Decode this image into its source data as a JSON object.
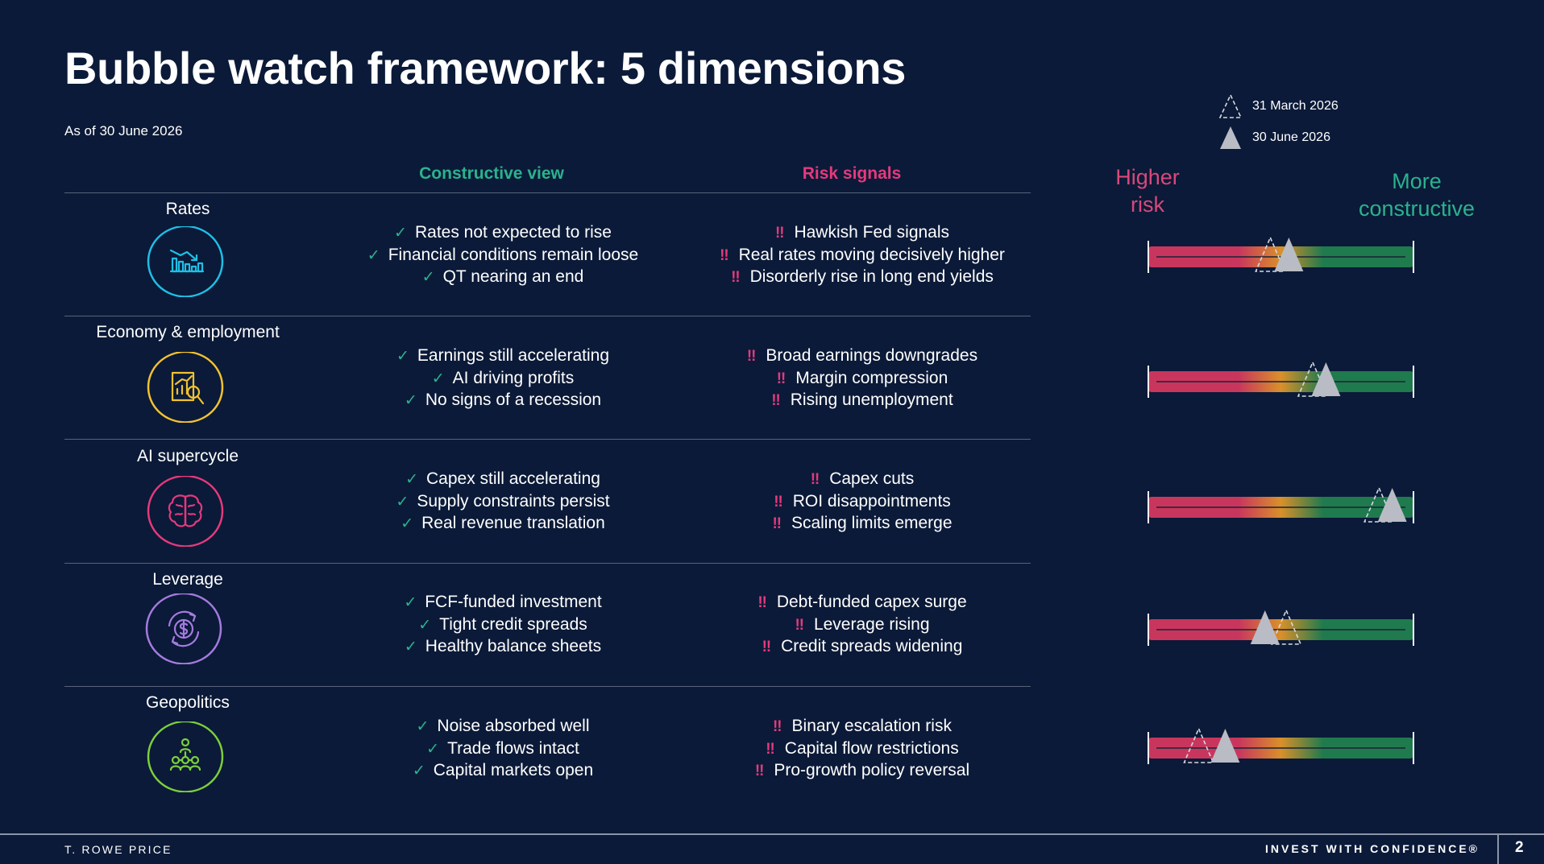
{
  "title": "Bubble watch framework: 5 dimensions",
  "as_of": "As of 30 June 2026",
  "legend": {
    "previous": "31 March 2026",
    "current": "30 June 2026"
  },
  "columns": {
    "constructive": "Constructive view",
    "risk": "Risk signals"
  },
  "scale": {
    "left_label": "Higher\nrisk",
    "right_label": "More\nconstructive",
    "colors": {
      "risk": "#c8365e",
      "mid": "#d9902a",
      "constructive": "#1f7a4e"
    }
  },
  "dimensions": [
    {
      "label": "Rates",
      "icon": "declining-bar-chart-icon",
      "icon_color": "#1fbfe6",
      "constructive": [
        "Rates not expected to rise",
        "Financial conditions remain loose",
        "QT nearing an end"
      ],
      "risk": [
        "Hawkish Fed signals",
        "Real rates moving decisively higher",
        "Disorderly rise in long end yields"
      ],
      "previous_position": 0.46,
      "current_position": 0.53
    },
    {
      "label": "Economy & employment",
      "icon": "growth-report-icon",
      "icon_color": "#f2c230",
      "constructive": [
        "Earnings still accelerating",
        "AI driving profits",
        "No signs of a recession"
      ],
      "risk": [
        "Broad earnings downgrades",
        "Margin compression",
        "Rising unemployment"
      ],
      "previous_position": 0.62,
      "current_position": 0.67
    },
    {
      "label": "AI supercycle",
      "icon": "brain-icon",
      "icon_color": "#e6397c",
      "constructive": [
        "Capex still accelerating",
        "Supply constraints persist",
        "Real revenue translation"
      ],
      "risk": [
        "Capex cuts",
        "ROI disappointments",
        "Scaling limits emerge"
      ],
      "previous_position": 0.87,
      "current_position": 0.92
    },
    {
      "label": "Leverage",
      "icon": "money-cycle-icon",
      "icon_color": "#a57be0",
      "constructive": [
        "FCF-funded investment",
        "Tight credit spreads",
        "Healthy balance sheets"
      ],
      "risk": [
        "Debt-funded capex surge",
        "Leverage rising",
        "Credit spreads widening"
      ],
      "previous_position": 0.52,
      "current_position": 0.44
    },
    {
      "label": "Geopolitics",
      "icon": "network-people-icon",
      "icon_color": "#7ccf3c",
      "constructive": [
        "Noise absorbed well",
        "Trade flows intact",
        "Capital markets open"
      ],
      "risk": [
        "Binary escalation risk",
        "Capital flow restrictions",
        "Pro-growth policy reversal"
      ],
      "previous_position": 0.19,
      "current_position": 0.29
    }
  ],
  "footer": {
    "brand": "T. ROWE PRICE",
    "tagline": "INVEST WITH CONFIDENCE®",
    "page": "2"
  }
}
